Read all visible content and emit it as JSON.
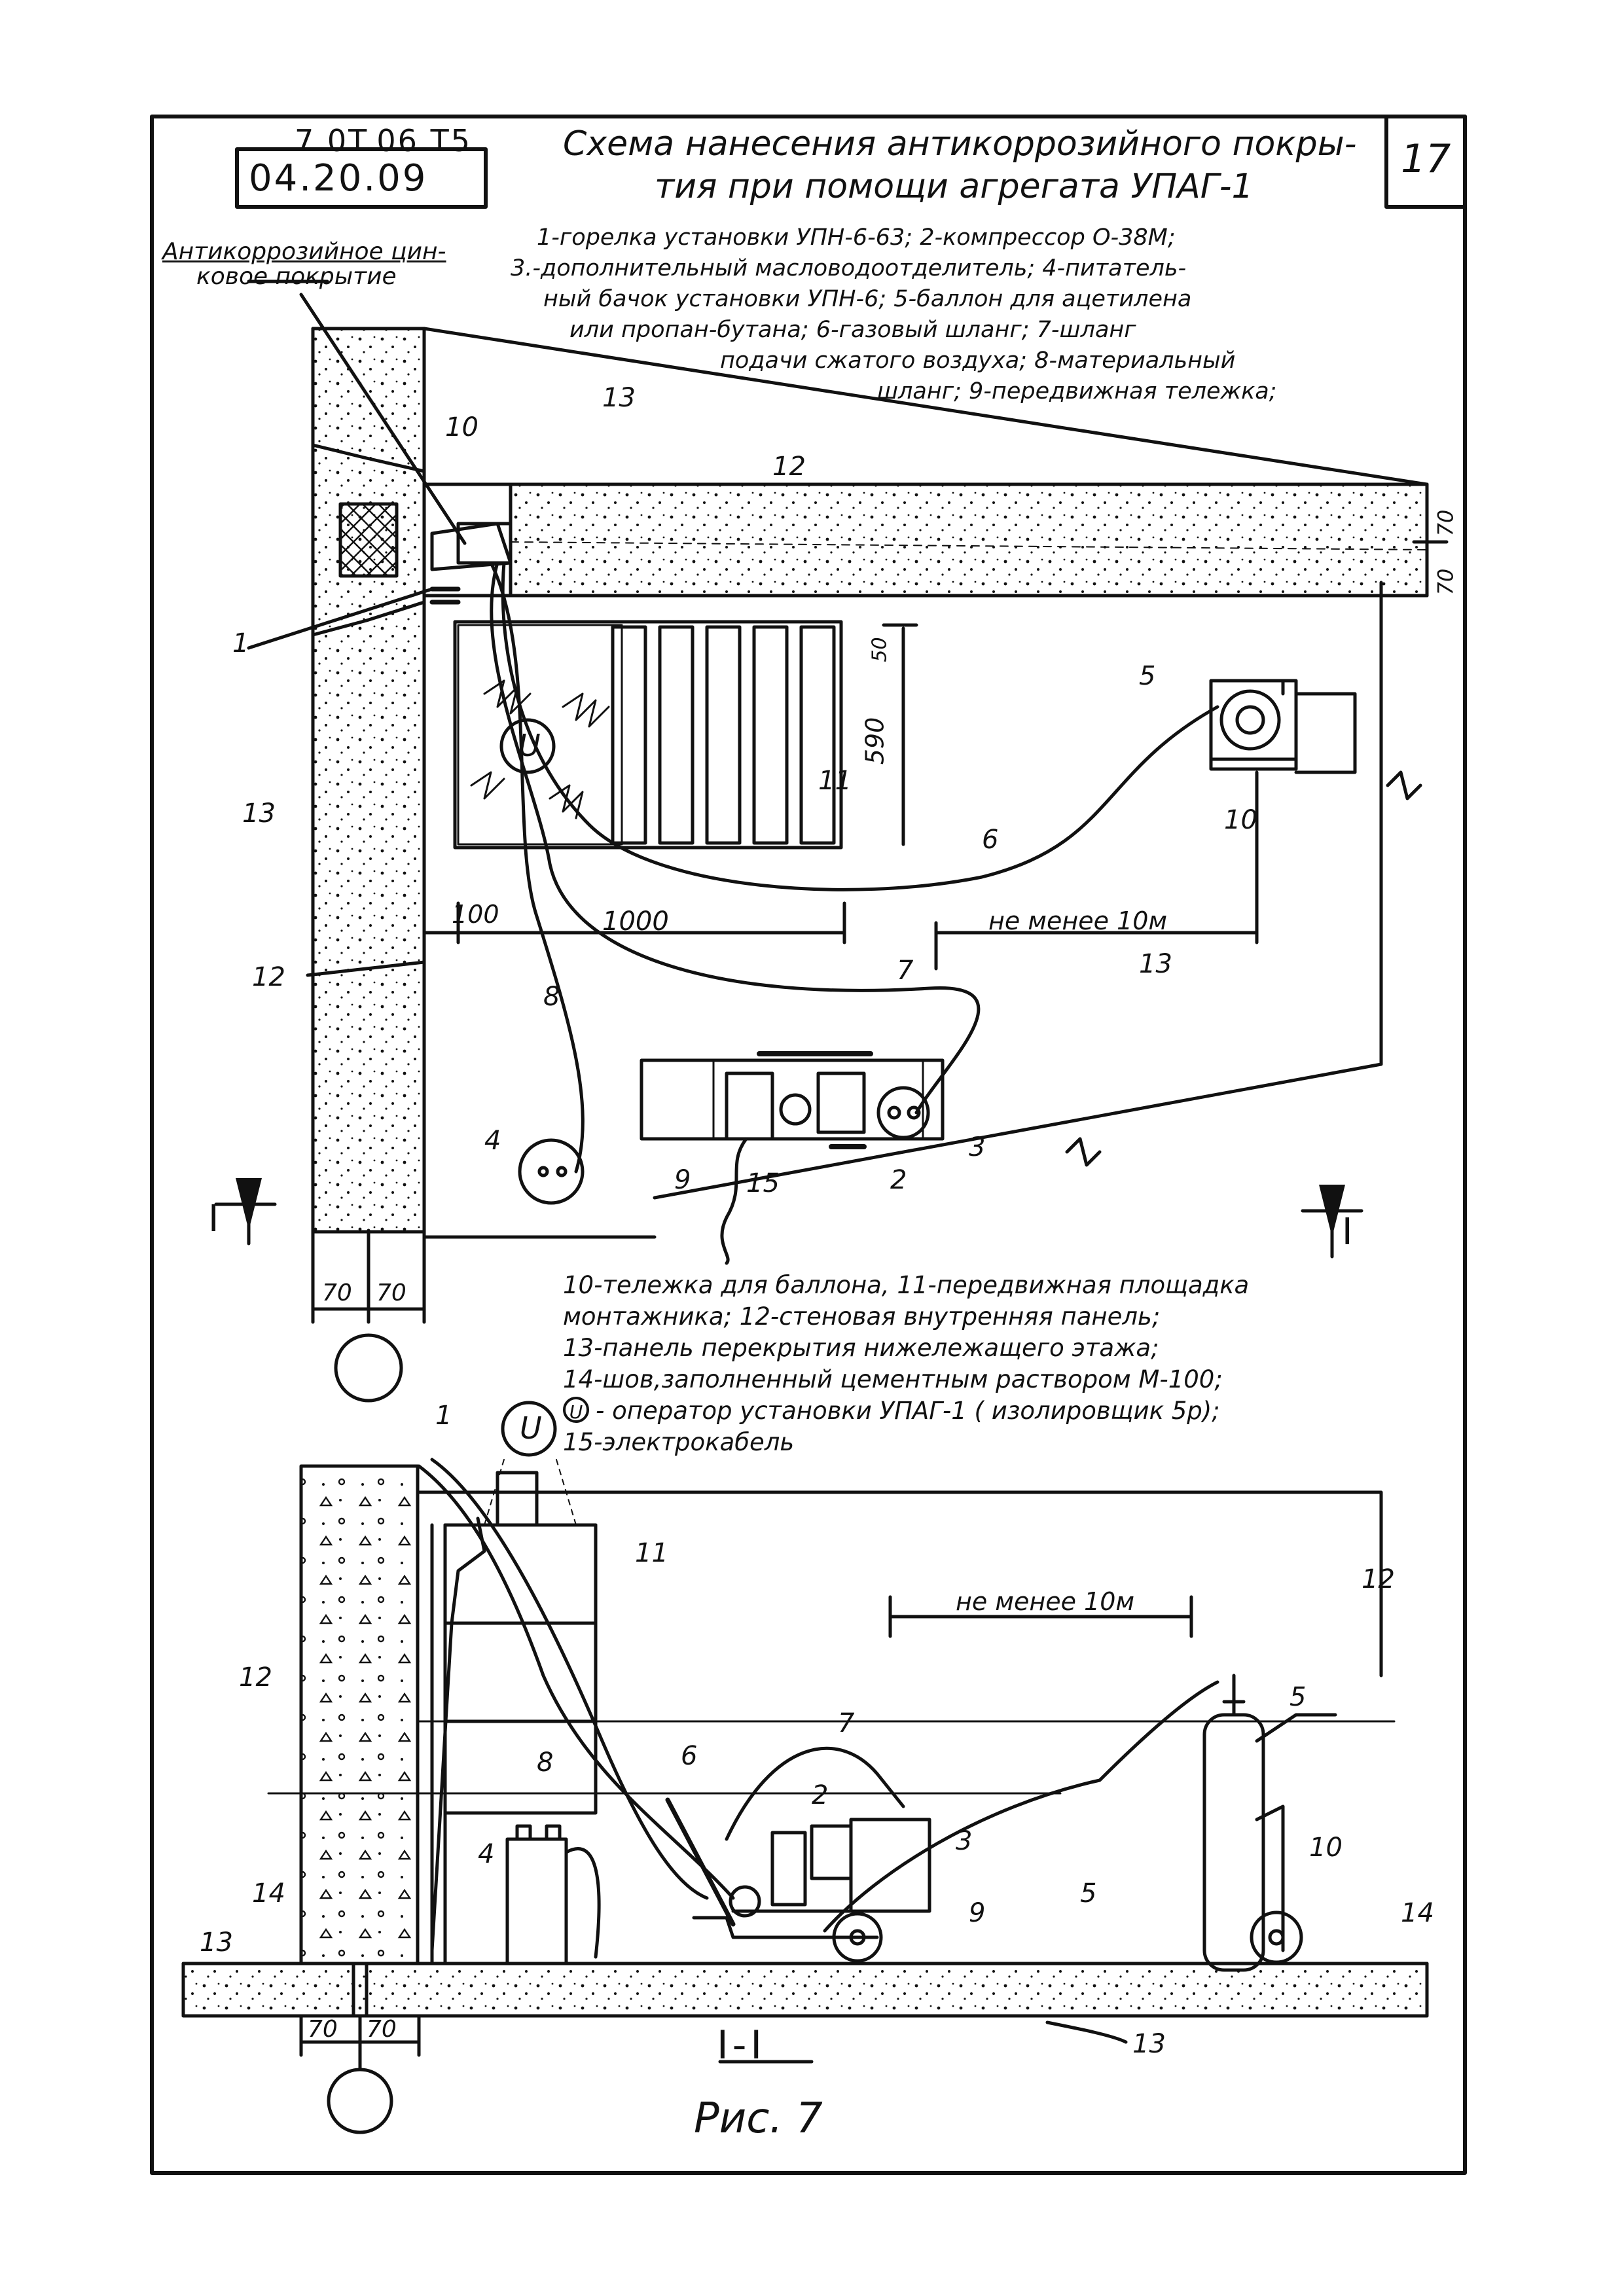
{
  "header": {
    "doc_code_top": "7.0T.06.T5",
    "doc_code": "04.20.09",
    "title_line1": "Схема нанесения антикоррозийного покры-",
    "title_line2": "тия при помощи агрегата УПАГ-1",
    "sheet_number": "17"
  },
  "callout_coating_line1": "Антикоррозийное цин-",
  "callout_coating_line2": "ковое покрытие",
  "legend_top": [
    "1-горелка установки УПН-6-63; 2-компрессор О-38М;",
    "3.-дополнительный масловодоотделитель; 4-питатель-",
    "ный бачок установки УПН-6; 5-баллон для ацетилена",
    "или пропан-бутана; 6-газовый шланг; 7-шланг",
    "подачи сжатого воздуха; 8-материальный",
    "шланг; 9-передвижная тележка;"
  ],
  "legend_bottom": [
    "10-тележка для баллона, 11-передвижная площадка",
    "монтажника; 12-стеновая внутренняя панель;",
    "13-панель перекрытия нижележащего этажа;",
    "14-шов,заполненный цементным раствором М-100;",
    "- оператор установки УПАГ-1 ( изолировщик 5р);",
    "15-электрокабель"
  ],
  "operator_symbol": "U",
  "plan": {
    "labels": {
      "n1": "1",
      "n2": "2",
      "n3": "3",
      "n4": "4",
      "n5": "5",
      "n6": "6",
      "n7": "7",
      "n8": "8",
      "n9": "9",
      "n10": "10",
      "n11": "11",
      "n12a": "12",
      "n12b": "12",
      "n13a": "13",
      "n13b": "13",
      "n13c": "13",
      "n15": "15"
    },
    "dims": {
      "d70a": "70",
      "d70b": "70",
      "d50": "50",
      "d590": "590",
      "d100": "100",
      "d1000": "1000",
      "dist": "не менее 10м",
      "w70a": "70",
      "w70b": "70"
    },
    "section_mark": "I"
  },
  "section": {
    "labels": {
      "n1": "1",
      "n2": "2",
      "n3": "3",
      "n4": "4",
      "n5a": "5",
      "n5b": "5",
      "n6": "6",
      "n7": "7",
      "n8": "8",
      "n9": "9",
      "n10": "10",
      "n11": "11",
      "n12a": "12",
      "n12b": "12",
      "n13a": "13",
      "n13b": "13",
      "n14a": "14",
      "n14b": "14"
    },
    "dims": {
      "dist": "не менее 10м",
      "w70a": "70",
      "w70b": "70"
    },
    "title": "I-I"
  },
  "figure_caption": "Рис. 7"
}
